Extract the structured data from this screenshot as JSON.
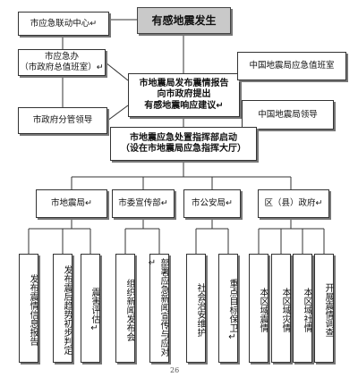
{
  "top_event": "有感地震发生",
  "left_nodes": {
    "linkage_center": "市应急联动中心↵",
    "gov_office": "市应急办\n（市政府总值班室）↵",
    "gov_leader": "市政府分管领导"
  },
  "center_node": "市地震局发布震情报告\n向市政府提出\n有感地震响应建议↵",
  "right_nodes": {
    "cea_duty": "中国地震局应急值班室",
    "cea_leader": "中国地震局领导"
  },
  "command_node": "市地震应急处置指挥部启动\n（设在市地震局应急指挥大厅）",
  "departments": [
    {
      "label": "市地震局↵",
      "tasks": [
        "发布震情信息报告",
        "发布震后趋势初步判定",
        "震害评估↵"
      ]
    },
    {
      "label": "市委宣传部↵",
      "tasks": [
        "组织新闻发布会",
        "部署应急新闻宣传与应对↵"
      ]
    },
    {
      "label": "市公安局↵",
      "tasks": [
        "社会治安维护",
        "重点目标保卫↵"
      ]
    },
    {
      "label": "区（县）政府↵",
      "tasks": [
        "本区域震情",
        "本区域灾情",
        "本区域社情",
        "开展震情调查"
      ]
    }
  ],
  "page_number": "26"
}
